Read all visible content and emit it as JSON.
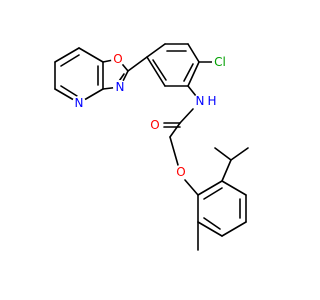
{
  "molecule": {
    "atoms": {
      "oxazole_o": {
        "text": "O",
        "color": "#ff0000"
      },
      "oxazole_n": {
        "text": "N",
        "color": "#0000ff"
      },
      "pyridine_n": {
        "text": "N",
        "color": "#0000ff"
      },
      "chlorine": {
        "text": "Cl",
        "color": "#00a000"
      },
      "amide_nh": {
        "text": "N",
        "color": "#0000ff"
      },
      "amide_h": {
        "text": "H",
        "color": "#0000ff"
      },
      "carbonyl_o": {
        "text": "O",
        "color": "#ff0000"
      },
      "ether_o": {
        "text": "O",
        "color": "#ff0000"
      }
    }
  }
}
